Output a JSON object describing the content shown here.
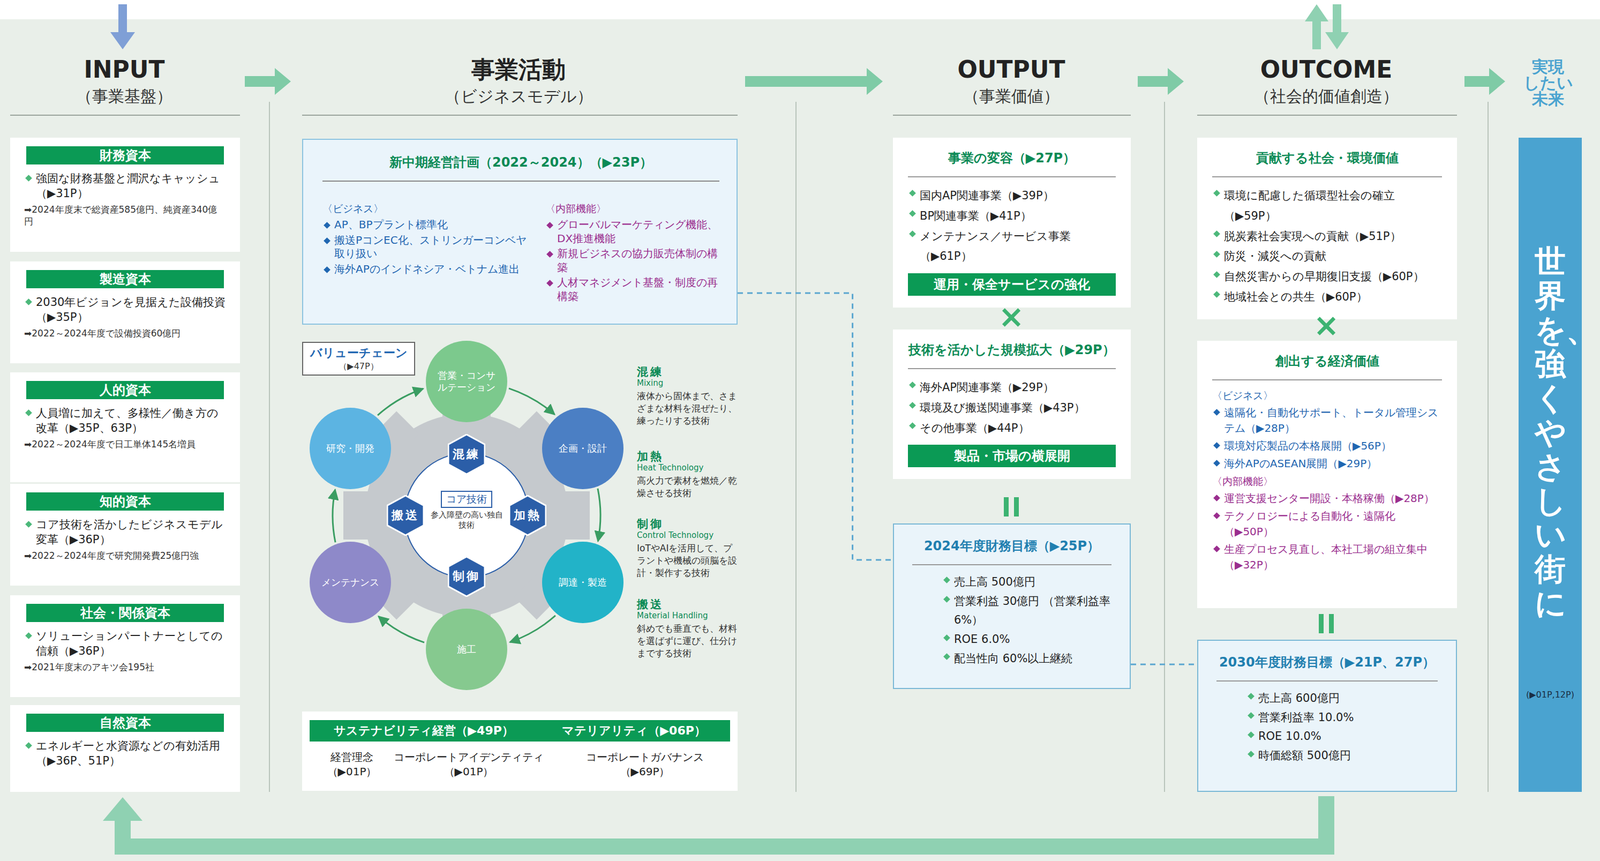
{
  "diagram": {
    "nodes": [
      {
        "text": [
          "財務資本",
          "強固な財務基盤と潤沢なキャッシュ（▶31P）",
          "➡2024年度末で総資産585億円、純資産340億円"
        ]
      },
      {
        "text": [
          "製造資本",
          "2030年ビジョンを見据えた設備投資（▶35P）",
          "➡2022～2024年度で設備投資60億円"
        ]
      },
      {
        "text": [
          "人的資本",
          "人員増に加えて、多様性／働き方の改革（▶35P、63P）",
          "➡2022～2024年度で日工単体145名増員"
        ]
      },
      {
        "text": [
          "知的資本",
          "コア技術を活かしたビジネスモデル変革（▶36P）",
          "➡2022～2024年度で研究開発費25億円強"
        ]
      },
      {
        "text": [
          "社会・関係資本",
          "ソリューションパートナーとしての信頼（▶36P）",
          "➡2021年度末のアキツ会195社"
        ]
      },
      {
        "text": [
          "自然資本",
          "エネルギーと水資源などの有効活用（▶36P、51P）"
        ]
      },
      {
        "text": [
          "新中期経営計画（2022～2024）（▶23P）",
          "〈ビジネス〉",
          "AP、BPプラント標準化",
          "搬送PコンEC化、ストリンガーコンベヤ取り扱い",
          "海外APのインドネシア・ベトナム進出",
          "〈内部機能〉",
          "グローバルマーケティング機能、DX推進機能",
          "新規ビジネスの協力販売体制の構築",
          "人材マネジメント基盤・制度の再構築"
        ]
      },
      {
        "text": [
          "バリューチェーン",
          "（▶47P）"
        ]
      },
      {
        "text": [
          "営業・コンサルテーション"
        ]
      },
      {
        "text": [
          "企画・設計"
        ]
      },
      {
        "text": [
          "調達・製造"
        ]
      },
      {
        "text": [
          "施工"
        ]
      },
      {
        "text": [
          "メンテナンス"
        ]
      },
      {
        "text": [
          "研究・開発"
        ]
      },
      {
        "text": [
          "コア技術",
          "参入障壁の高い独自技術"
        ]
      },
      {
        "text": [
          "混練"
        ]
      },
      {
        "text": [
          "加熱"
        ]
      },
      {
        "text": [
          "制御"
        ]
      },
      {
        "text": [
          "搬送"
        ]
      },
      {
        "text": [
          "経営理念 （▶01P）",
          "コーポレートアイデンティティ （▶01P）",
          "コーポレートガバナンス （▶69P）"
        ]
      },
      {
        "text": [
          "サステナビリティ経営（▶49P）",
          "マテリアリティ（▶06P）"
        ],
        "in": 19
      },
      {
        "text": [
          "事業の変容（▶27P）",
          "国内AP関連事業（▶39P）",
          "BP関連事業（▶41P）",
          "メンテナンス／サービス事業（▶61P）"
        ]
      },
      {
        "text": [
          "運用・保全サービスの強化"
        ],
        "in": 21
      },
      {
        "text": [
          "技術を活かした規模拡大（▶29P）",
          "海外AP関連事業（▶29P）",
          "環境及び搬送関連事業（▶43P）",
          "その他事業（▶44P）"
        ]
      },
      {
        "text": [
          "製品・市場の横展開"
        ],
        "in": 23
      },
      {
        "text": [
          "2024年度財務目標（▶25P）",
          "売上高 500億円",
          "営業利益 30億円 （営業利益率 6%）",
          "ROE 6.0%",
          "配当性向 60%以上継続"
        ]
      },
      {
        "text": [
          "貢献する社会・環境価値",
          "環境に配慮した循環型社会の確立（▶59P）",
          "脱炭素社会実現への貢献（▶51P）",
          "防災・減災への貢献",
          "自然災害からの早期復旧支援（▶60P）",
          "地域社会との共生（▶60P）"
        ]
      },
      {
        "text": [
          "創出する経済価値",
          "〈ビジネス〉",
          "遠隔化・自動化サポート、トータル管理システム（▶28P）",
          "環境対応製品の本格展開（▶56P）",
          "海外APのASEAN展開（▶29P）",
          "〈内部機能〉",
          "運営支援センター開設・本格稼働（▶28P）",
          "テクノロジーによる自動化・遠隔化（▶50P）",
          "生産プロセス見直し、本社工場の組立集中（▶32P）"
        ]
      },
      {
        "text": [
          "2030年度財務目標（▶21P、27P）",
          "売上高 600億円",
          "営業利益率 10.0%",
          "ROE 10.0%",
          "時価総額 500億円"
        ]
      },
      {
        "text": [
          "世界を、強くやさしい街に",
          "(▶01P,12P)"
        ]
      }
    ],
    "edges": [
      {
        "from": 6,
        "to": 25,
        "arrow": "none"
      },
      {
        "from": 25,
        "to": 28,
        "arrow": "none"
      },
      {
        "from": 8,
        "to": 9,
        "arrow": "to"
      },
      {
        "from": 9,
        "to": 10,
        "arrow": "to"
      },
      {
        "from": 10,
        "to": 11,
        "arrow": "to"
      },
      {
        "from": 11,
        "to": 12,
        "arrow": "to"
      },
      {
        "from": 12,
        "to": 13,
        "arrow": "to"
      },
      {
        "from": 13,
        "to": 8,
        "arrow": "to"
      }
    ],
    "labels": [
      "INPUT",
      "（事業基盤）",
      "事業活動",
      "（ビジネスモデル）",
      "OUTPUT",
      "（事業価値）",
      "OUTCOME",
      "（社会的価値創造）",
      "実現 したい 未来",
      "混練",
      "Mixing",
      "液体から固体まで、さまざまな材料を混ぜたり、練ったりする技術",
      "加熱",
      "Heat Technology",
      "高火力で素材を燃焼／乾燥させる技術",
      "制御",
      "Control Technology",
      "IoTやAIを活用して、プラントや機械の頭脳を設計・製作する技術",
      "搬送",
      "Material Handling",
      "斜めでも垂直でも、材料を選ばずに運び、仕分けまでする技術",
      "×",
      "×"
    ]
  }
}
